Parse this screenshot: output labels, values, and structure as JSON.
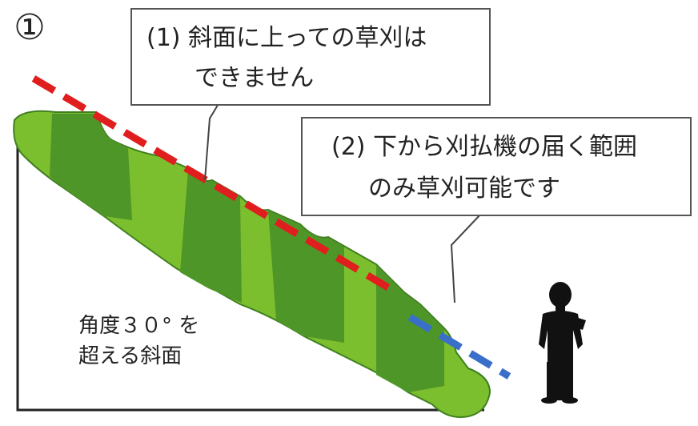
{
  "figure_number": "①",
  "callout_1": {
    "line1": "(1) 斜面に上っての草刈は",
    "line2": "できません"
  },
  "callout_2": {
    "line1": "(2) 下から刈払機の届く範囲",
    "line2": "のみ草刈可能です"
  },
  "slope_label": {
    "line1": "角度３０° を",
    "line2": "超える斜面"
  },
  "colors": {
    "grass_light": "#7cbf2e",
    "grass_dark": "#4f9628",
    "grass_edge": "#3f7f20",
    "not_possible_line": "#e01e1e",
    "possible_line": "#3a6fc9",
    "person": "#111111",
    "outline": "#222222"
  }
}
